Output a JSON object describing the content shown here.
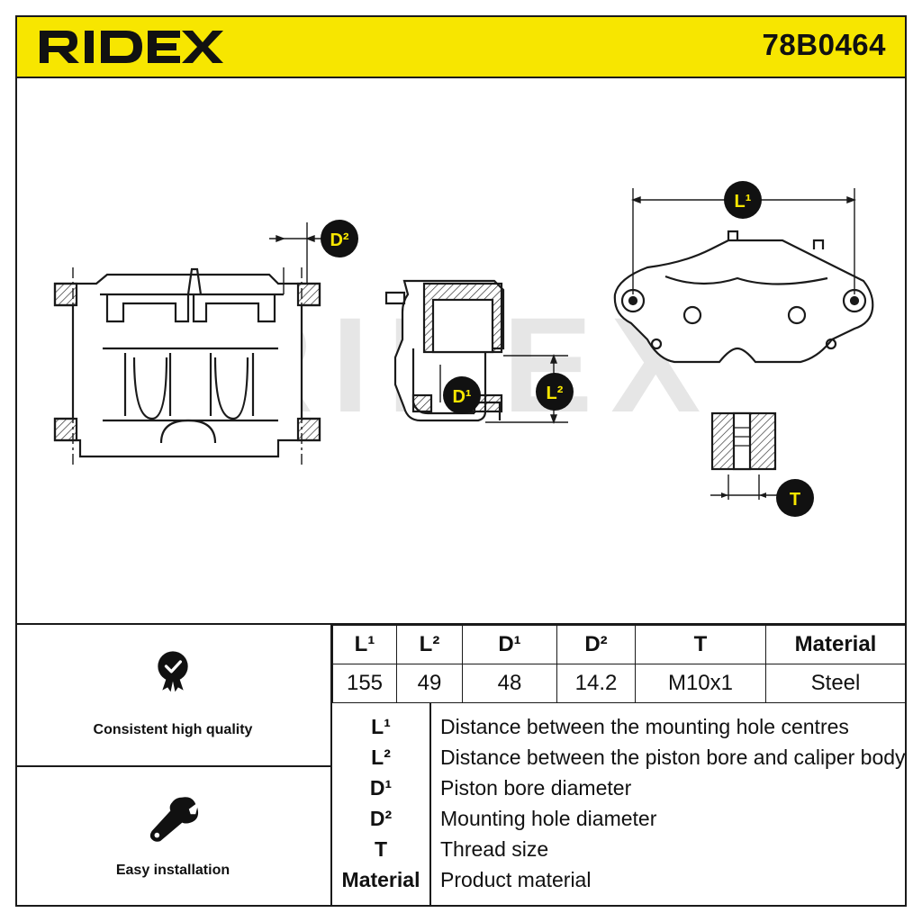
{
  "header": {
    "brand": "RIDEX",
    "part_number": "78B0464",
    "background_color": "#f7e600"
  },
  "drawing": {
    "watermark": "RIDEX",
    "callouts": {
      "l1": "L¹",
      "l2": "L²",
      "d1": "D¹",
      "d2": "D²",
      "t": "T"
    }
  },
  "features": [
    {
      "icon": "quality-badge-icon",
      "label": "Consistent high quality"
    },
    {
      "icon": "wrench-icon",
      "label": "Easy installation"
    }
  ],
  "specs": {
    "headers": [
      "L¹",
      "L²",
      "D¹",
      "D²",
      "T",
      "Material"
    ],
    "values": [
      "155",
      "49",
      "48",
      "14.2",
      "M10x1",
      "Steel"
    ]
  },
  "legend": [
    {
      "symbol": "L¹",
      "text": "Distance between the mounting hole centres"
    },
    {
      "symbol": "L²",
      "text": "Distance between the piston bore and caliper body"
    },
    {
      "symbol": "D¹",
      "text": "Piston bore diameter"
    },
    {
      "symbol": "D²",
      "text": "Mounting hole diameter"
    },
    {
      "symbol": "T",
      "text": "Thread size"
    },
    {
      "symbol": "Material",
      "text": "Product material"
    }
  ]
}
